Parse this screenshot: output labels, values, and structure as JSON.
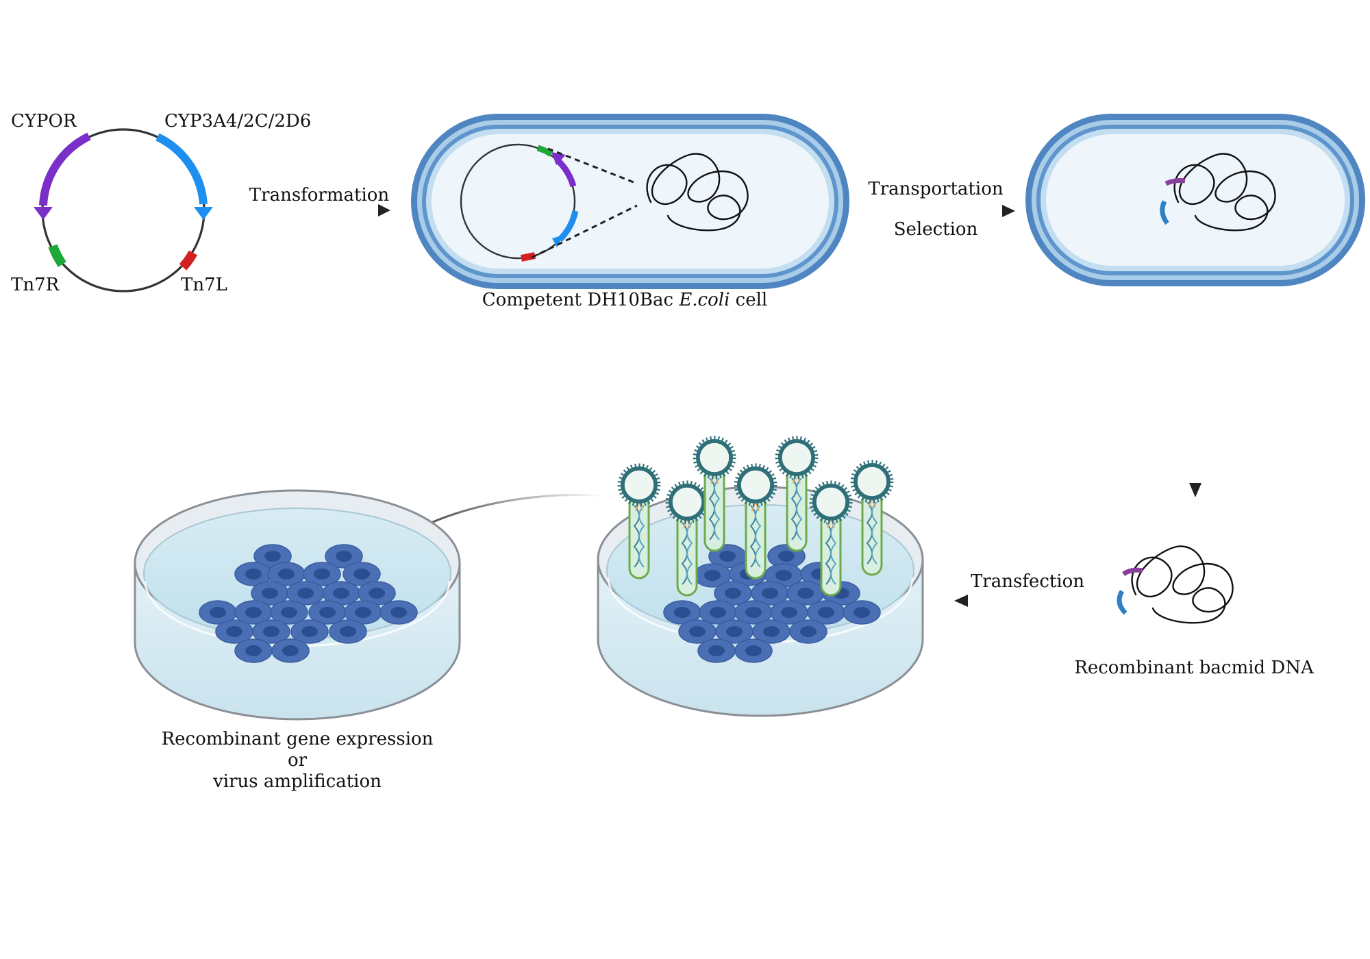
{
  "plasmid": {
    "cypor_label": "CYPOR",
    "cyp_label": "CYP3A4/2C/2D6",
    "tn7r_label": "Tn7R",
    "tn7l_label": "Tn7L"
  },
  "steps": {
    "transformation": "Transformation",
    "transportation": "Transportation",
    "selection": "Selection",
    "transfection": "Transfection"
  },
  "ecoli": {
    "caption_prefix": "Competent DH10Bac ",
    "caption_italic": "E.coli",
    "caption_suffix": " cell"
  },
  "bacmid": {
    "caption": "Recombinant bacmid DNA"
  },
  "outcome": {
    "line1": "Recombinant gene expression",
    "line2": "or",
    "line3": "virus amplification"
  },
  "colors": {
    "cypor": "#7a2fc9",
    "cyp": "#1e8ff0",
    "tn7r": "#1fa83a",
    "tn7l": "#d42020",
    "bacmid_purple": "#8a3f9a",
    "bacmid_blue": "#2f7fc4",
    "cell_membrane": "#4f86c1",
    "cell_body": "#4a6fb5",
    "cell_nucleus": "#2c4f92",
    "virus_spikes": "#2e6f78"
  }
}
